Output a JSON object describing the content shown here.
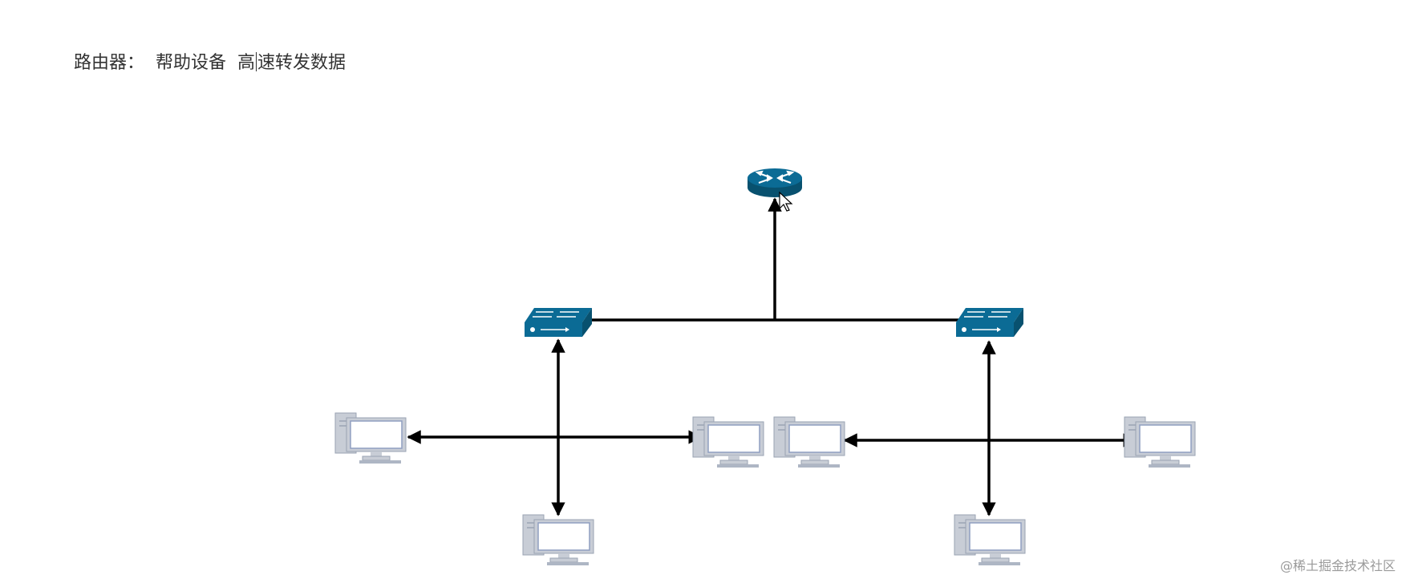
{
  "heading": {
    "label": "路由器：",
    "text_part1": "帮助设备  高",
    "text_part2": "速转发数据"
  },
  "watermark": "@稀土掘金技术社区",
  "colors": {
    "device_blue": "#0b6b95",
    "device_blue_dark": "#08516f",
    "pc_frame": "#c8cdd6",
    "pc_screen_border": "#8f9fc0",
    "link": "#000000"
  },
  "icons": {
    "router": "router-icon",
    "switch": "switch-icon",
    "computer": "computer-icon"
  }
}
